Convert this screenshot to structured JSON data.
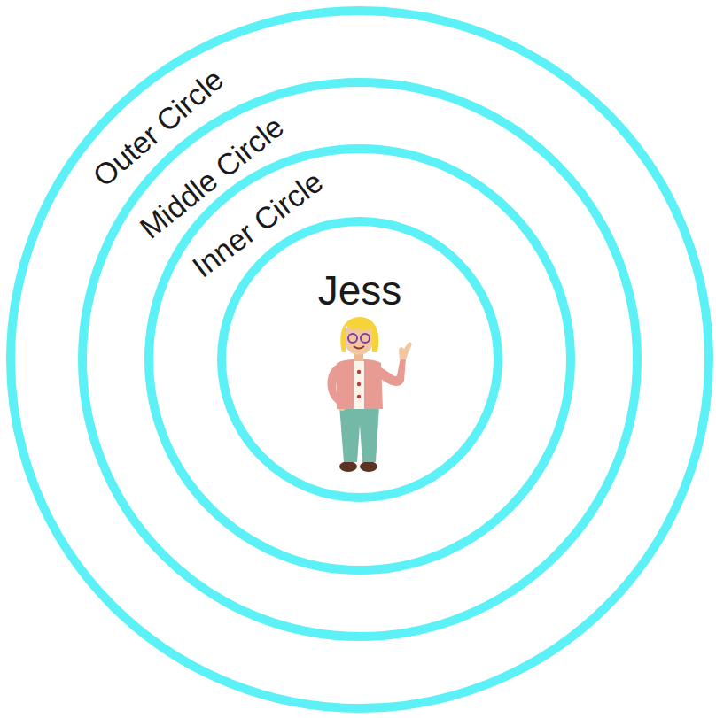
{
  "diagram": {
    "nodes": [
      {
        "text": [
          "Outer Circle"
        ]
      },
      {
        "text": [
          "Middle Circle"
        ],
        "in": 0
      },
      {
        "text": [
          "Inner Circle"
        ],
        "in": 1
      },
      {
        "text": [
          "Jess"
        ],
        "in": 2
      }
    ]
  }
}
